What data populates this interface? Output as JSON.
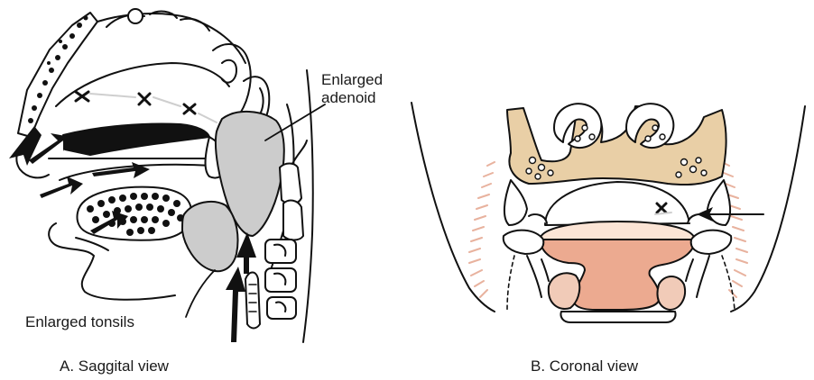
{
  "labels": {
    "adenoid_line1": "Enlarged",
    "adenoid_line2": "adenoid",
    "tonsils": "Enlarged tonsils"
  },
  "captions": {
    "sagittal": "A. Saggital view",
    "coronal": "B. Coronal view"
  },
  "colors": {
    "bone_fill": "#e9cfa6",
    "adenoid_gray": "#cccccc",
    "soft_palate_light": "#fbe4d5",
    "tissue_salmon": "#ecaa90",
    "tonsil_pink": "#f1cbb8",
    "hatch": "#e8b29e",
    "line": "#111111"
  },
  "icons": {
    "airflow": "black-arrow",
    "obstruction": "x-mark"
  }
}
